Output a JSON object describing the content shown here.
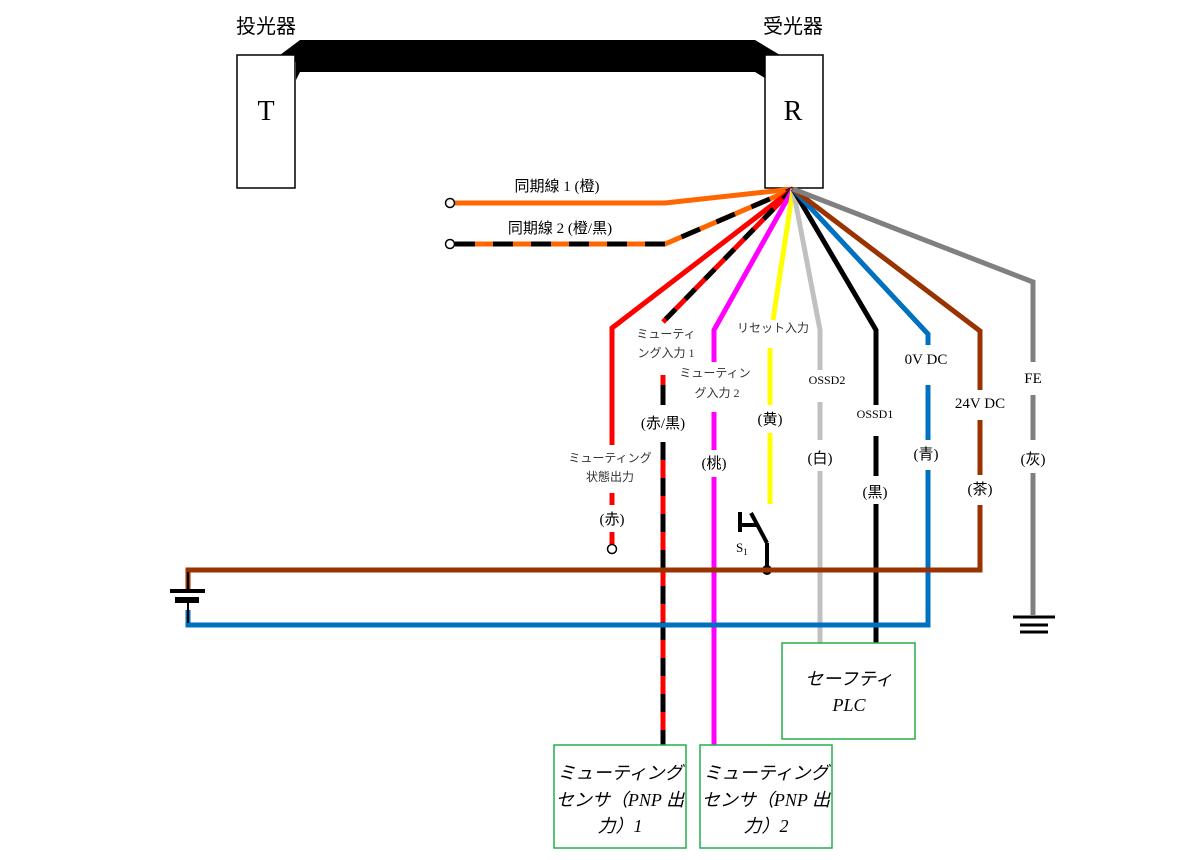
{
  "units": {
    "transmitter_label": "投光器",
    "receiver_label": "受光器",
    "transmitter_letter": "T",
    "receiver_letter": "R"
  },
  "wires": {
    "sync1": {
      "name": "同期線 1 (橙)",
      "color": "#ff6600"
    },
    "sync2": {
      "name": "同期線 2 (橙/黒)",
      "color": "#ff6600",
      "stripe": "#000000"
    },
    "muting_state": {
      "name_line1": "ミューティング",
      "name_line2": "状態出力",
      "color_label": "(赤)",
      "color": "#ff0000"
    },
    "muting1": {
      "name_line1": "ミューティ",
      "name_line2": "ング入力 1",
      "color_label": "(赤/黒)",
      "color": "#ff0000",
      "stripe": "#000000"
    },
    "muting2": {
      "name_line1": "ミューティン",
      "name_line2": "グ入力 2",
      "color_label": "(桃)",
      "color": "#ff00ff"
    },
    "reset": {
      "name": "リセット入力",
      "color_label": "(黄)",
      "color": "#ffff00"
    },
    "ossd2": {
      "name": "OSSD2",
      "color_label": "(白)",
      "color": "#c0c0c0"
    },
    "ossd1": {
      "name": "OSSD1",
      "color_label": "(黒)",
      "color": "#000000"
    },
    "v0": {
      "name": "0V DC",
      "color_label": "(青)",
      "color": "#0070c0"
    },
    "v24": {
      "name": "24V DC",
      "color_label": "(茶)",
      "color": "#993300"
    },
    "fe": {
      "name": "FE",
      "color_label": "(灰)",
      "color": "#808080"
    }
  },
  "switch": {
    "label": "S",
    "subscript": "1"
  },
  "devices": {
    "plc": {
      "line1": "セーフティ",
      "line2": "PLC",
      "border": "#22b14c"
    },
    "sensor1": {
      "line1": "ミューティング",
      "line2": "センサ（PNP 出",
      "line3": "力）1",
      "border": "#22b14c"
    },
    "sensor2": {
      "line1": "ミューティング",
      "line2": "センサ（PNP 出",
      "line3": "力）2",
      "border": "#22b14c"
    }
  }
}
